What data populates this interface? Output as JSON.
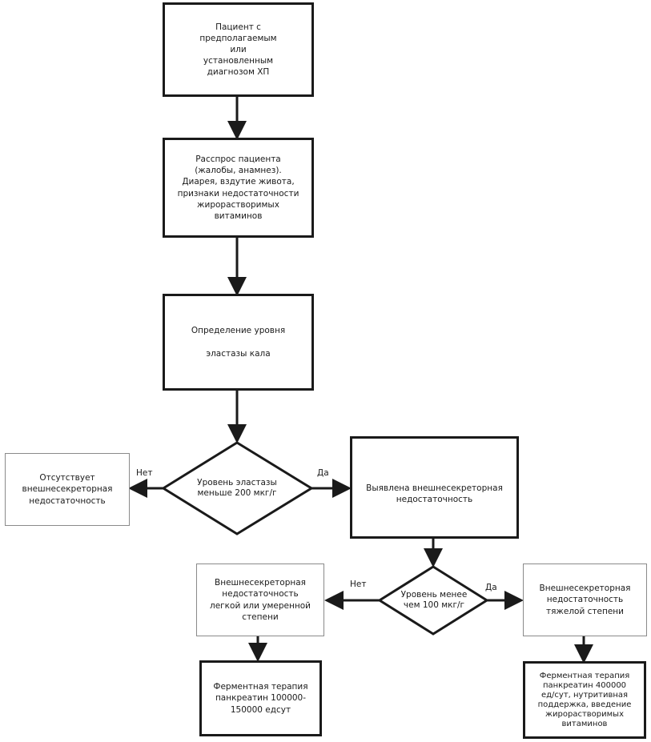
{
  "nodes": {
    "patient": "Пациент  с\nпредполагаемым\nили\nустановленным\nдиагнозом ХП",
    "anamnesis": "Расспрос пациента\n(жалобы, анамнез).\nДиарея, вздутие живота,\nпризнаки недостаточности\nжирорастворимых\nвитаминов",
    "elastase_test": "Определение уровня\n\nэластазы кала",
    "decision_200": "Уровень эластазы\nменьше 200 мкг/г",
    "absent": "Отсутствует\nвнешнесекреторная\nнедостаточность",
    "detected": "Выявлена внешнесекреторная\nнедостаточность",
    "decision_100": "Уровень менее\nчем 100 мкг/г",
    "mild": "Внешнесекреторная\nнедостаточность\nлегкой или умеренной\nстепени",
    "severe": "Внешнесекреторная\nнедостаточность\nтяжелой степени",
    "therapy_mild": "Ферментная терапия\nпанкреатин 100000-\n150000 едсут",
    "therapy_severe": "Ферментная терапия\nпанкреатин 400000\nед/сут, нутритивная\nподдержка, введение\nжирорастворимых\nвитаминов"
  },
  "edge_labels": {
    "no_1": "Нет",
    "yes_1": "Да",
    "no_2": "Нет",
    "yes_2": "Да"
  },
  "colors": {
    "line": "#1a1a1a",
    "thin_border": "#8a8a8a"
  }
}
